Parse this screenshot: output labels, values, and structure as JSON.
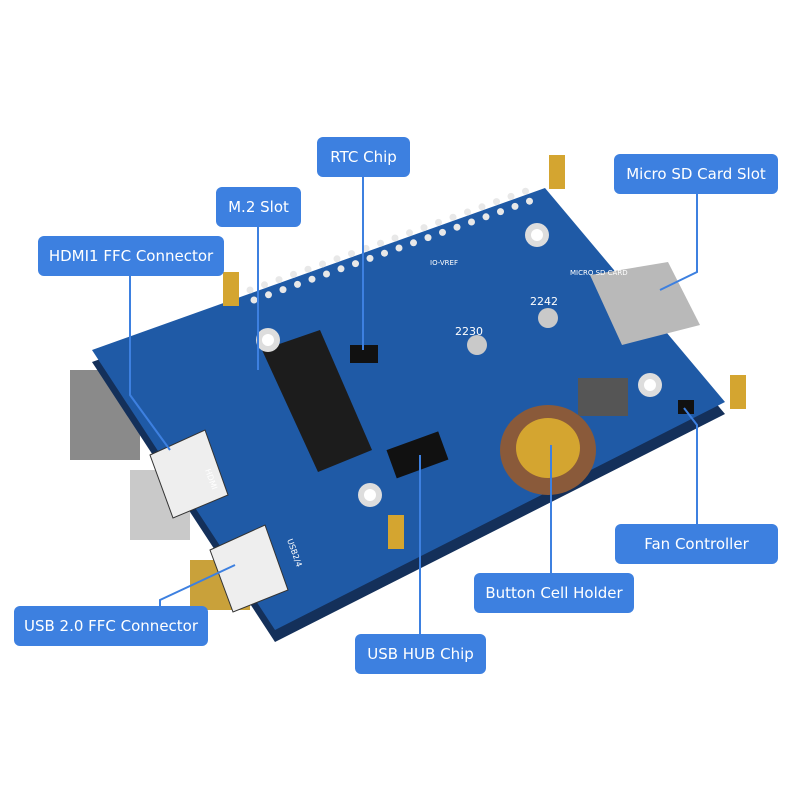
{
  "colors": {
    "label_bg": "#3d80e0",
    "board": "#1f5aa6",
    "leader": "#3d80e0"
  },
  "labels": {
    "rtc_chip": "RTC Chip",
    "m2_slot": "M.2 Slot",
    "micro_sd": "Micro SD Card Slot",
    "hdmi1_ffc": "HDMI1 FFC Connector",
    "fan_controller": "Fan Controller",
    "button_cell": "Button Cell Holder",
    "usb2_ffc": "USB 2.0 FFC Connector",
    "usb_hub": "USB HUB Chip"
  },
  "board_text": {
    "hole1": "2230",
    "hole2": "2242",
    "sd": "MICRO SD CARD",
    "hdmi": "HDMI",
    "usb": "USB2/4",
    "vref": "IO-VREF"
  }
}
